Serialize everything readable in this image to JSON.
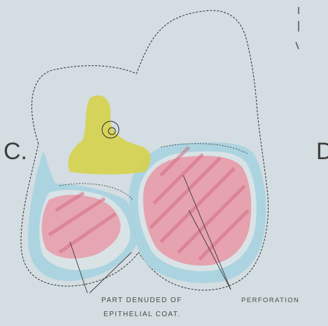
{
  "figure": {
    "letters": {
      "left": "C.",
      "right": "D"
    },
    "annotations": {
      "denuded_line1": "PART DENUDED OF",
      "denuded_line2": "EPITHELIAL COAT.",
      "perforation": "PERFORATION"
    },
    "colors": {
      "background": "#d3dde2",
      "outline": "#2f2f30",
      "blue_layer": "#a7d3e0",
      "pink_layer": "#e79aa8",
      "yellow_region": "#d6d24c"
    }
  }
}
